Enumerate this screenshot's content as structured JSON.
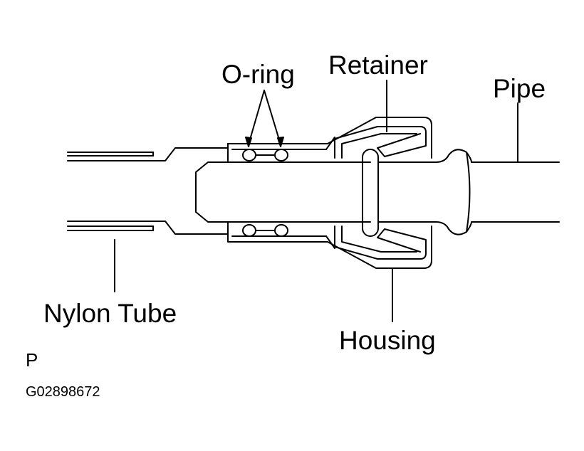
{
  "labels": {
    "o_ring": "O-ring",
    "retainer": "Retainer",
    "pipe": "Pipe",
    "nylon_tube": "Nylon Tube",
    "housing": "Housing",
    "corner_mark": "P",
    "figure_code": "G02898672"
  }
}
